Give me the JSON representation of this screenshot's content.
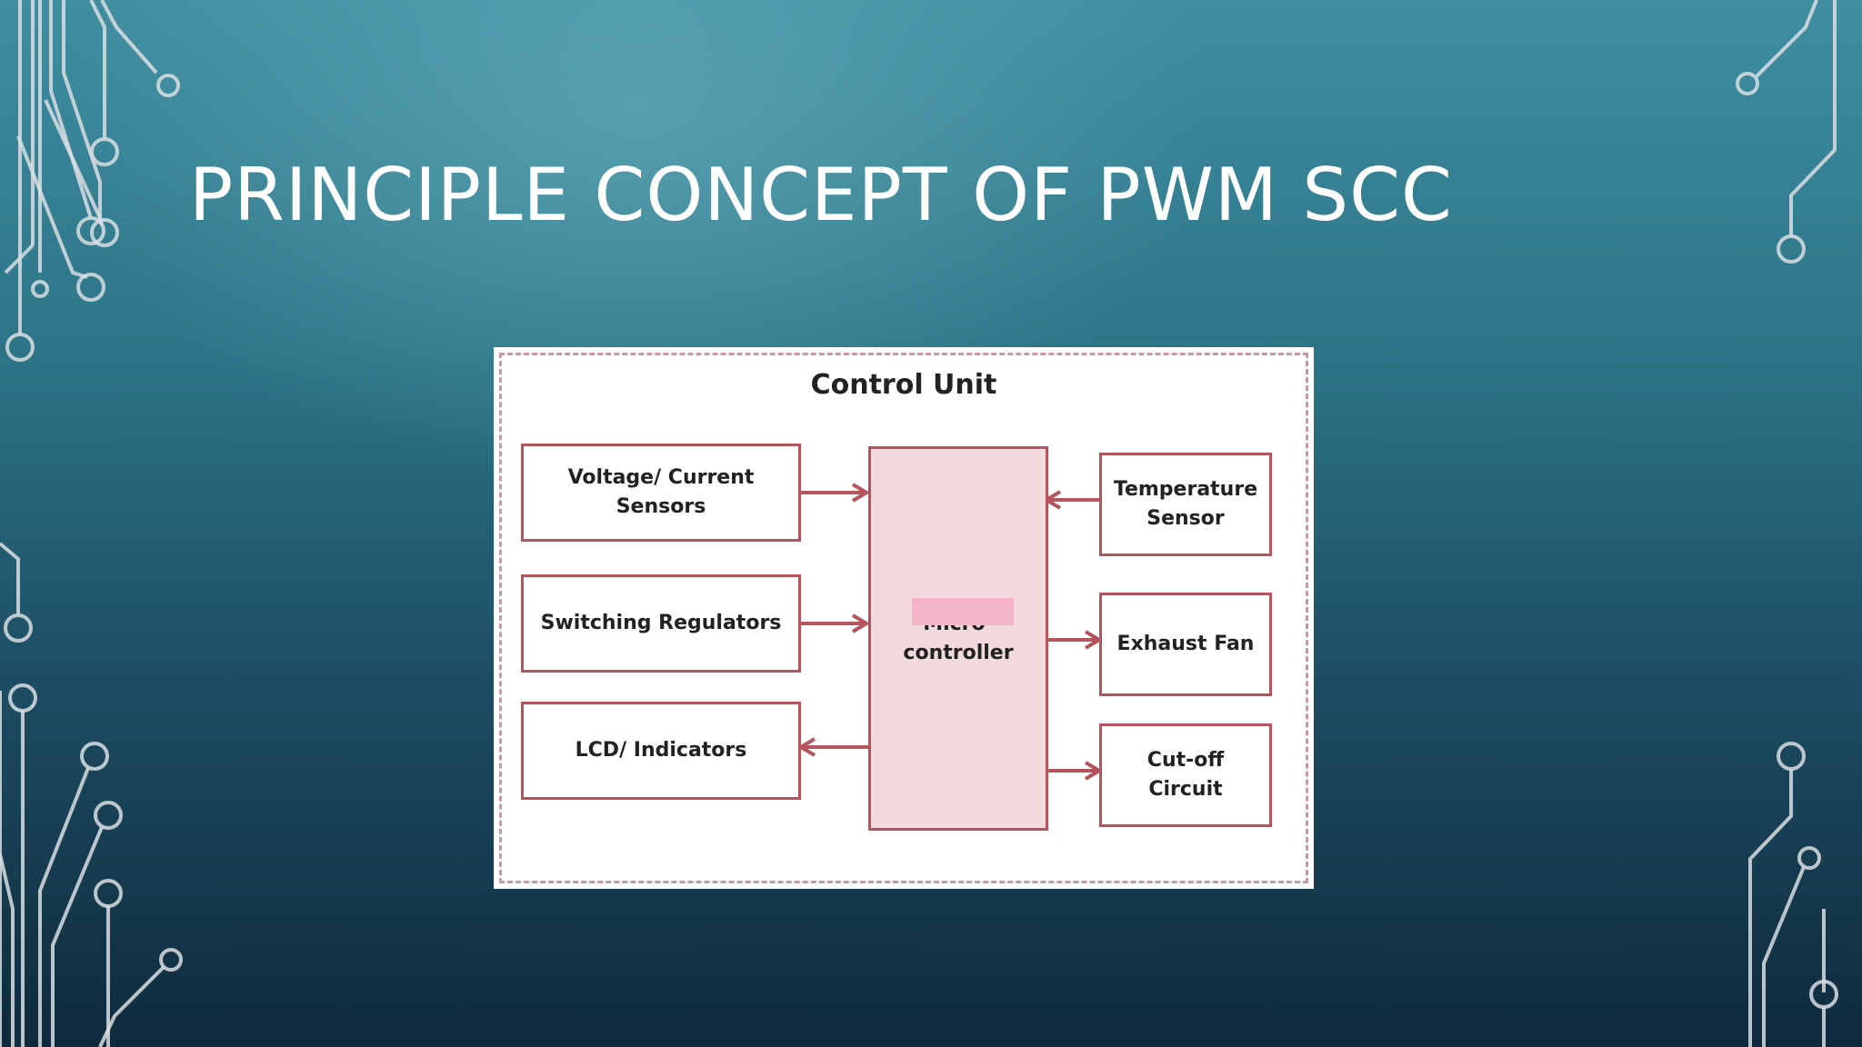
{
  "slide": {
    "title": "PRINCIPLE CONCEPT OF PWM SCC"
  },
  "diagram": {
    "title": "Control Unit",
    "nodes": {
      "voltage_current_sensors": [
        "Voltage/ Current",
        "Sensors"
      ],
      "switching_regulators": "Switching Regulators",
      "lcd_indicators": "LCD/ Indicators",
      "microcontroller": [
        "Micro-",
        "controller"
      ],
      "temperature_sensor": [
        "Temperature",
        "Sensor"
      ],
      "exhaust_fan": "Exhaust Fan",
      "cutoff_circuit": "Cut-off Circuit"
    },
    "edges": [
      {
        "from": "Voltage/ Current Sensors",
        "to": "Micro-controller"
      },
      {
        "from": "Switching Regulators",
        "to": "Micro-controller"
      },
      {
        "from": "Micro-controller",
        "to": "LCD/ Indicators"
      },
      {
        "from": "Temperature Sensor",
        "to": "Micro-controller"
      },
      {
        "from": "Micro-controller",
        "to": "Exhaust Fan"
      },
      {
        "from": "Micro-controller",
        "to": "Cut-off Circuit"
      }
    ],
    "colors": {
      "block_border": "#b5545c",
      "microcontroller_fill": "#f2dadd",
      "highlight": "#f4b3c9"
    }
  }
}
